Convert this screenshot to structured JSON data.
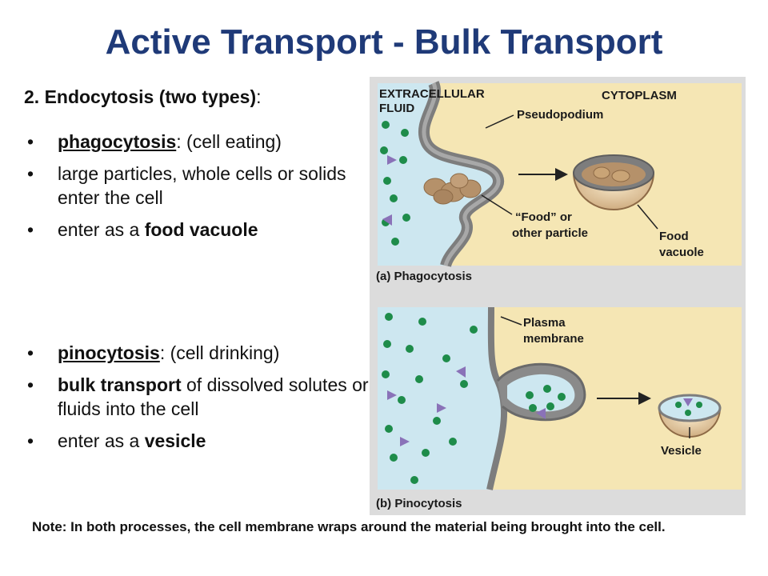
{
  "title": "Active Transport - Bulk Transport",
  "section_heading": "2.  Endocytosis (two types)",
  "section_heading_colon": ":",
  "phagocytosis_bullets": [
    {
      "term": "phagocytosis",
      "rest": ": (cell eating)"
    },
    {
      "text": "large particles, whole cells or solids enter the cell"
    },
    {
      "pre": "enter as a ",
      "bold": "food vacuole"
    }
  ],
  "pinocytosis_bullets": [
    {
      "term": "pinocytosis",
      "rest": ": (cell drinking)"
    },
    {
      "bold": "bulk transport",
      "rest": " of dissolved solutes or fluids into the cell"
    },
    {
      "pre": "enter as a ",
      "bold": "vesicle"
    }
  ],
  "figure": {
    "panel_a": {
      "extracellular_line1": "EXTRACELLULAR",
      "extracellular_line2": "FLUID",
      "cytoplasm": "CYTOPLASM",
      "pseudopodium": "Pseudopodium",
      "food_line1": "“Food” or",
      "food_line2": "other particle",
      "vacuole_line1": "Food",
      "vacuole_line2": "vacuole",
      "caption": "(a) Phagocytosis"
    },
    "panel_b": {
      "plasma_line1": "Plasma",
      "plasma_line2": "membrane",
      "vesicle": "Vesicle",
      "caption": "(b) Pinocytosis"
    },
    "colors": {
      "extracellular": "#cde7f0",
      "cytoplasm": "#f5e6b4",
      "membrane": "#8a8a8a",
      "molecule": "#1e8c4a",
      "particle": "#b5916a",
      "triangle": "#8a72b8",
      "background": "#dcdcdc"
    }
  },
  "note": "Note:  In both processes, the cell membrane wraps around the material being brought into the cell."
}
